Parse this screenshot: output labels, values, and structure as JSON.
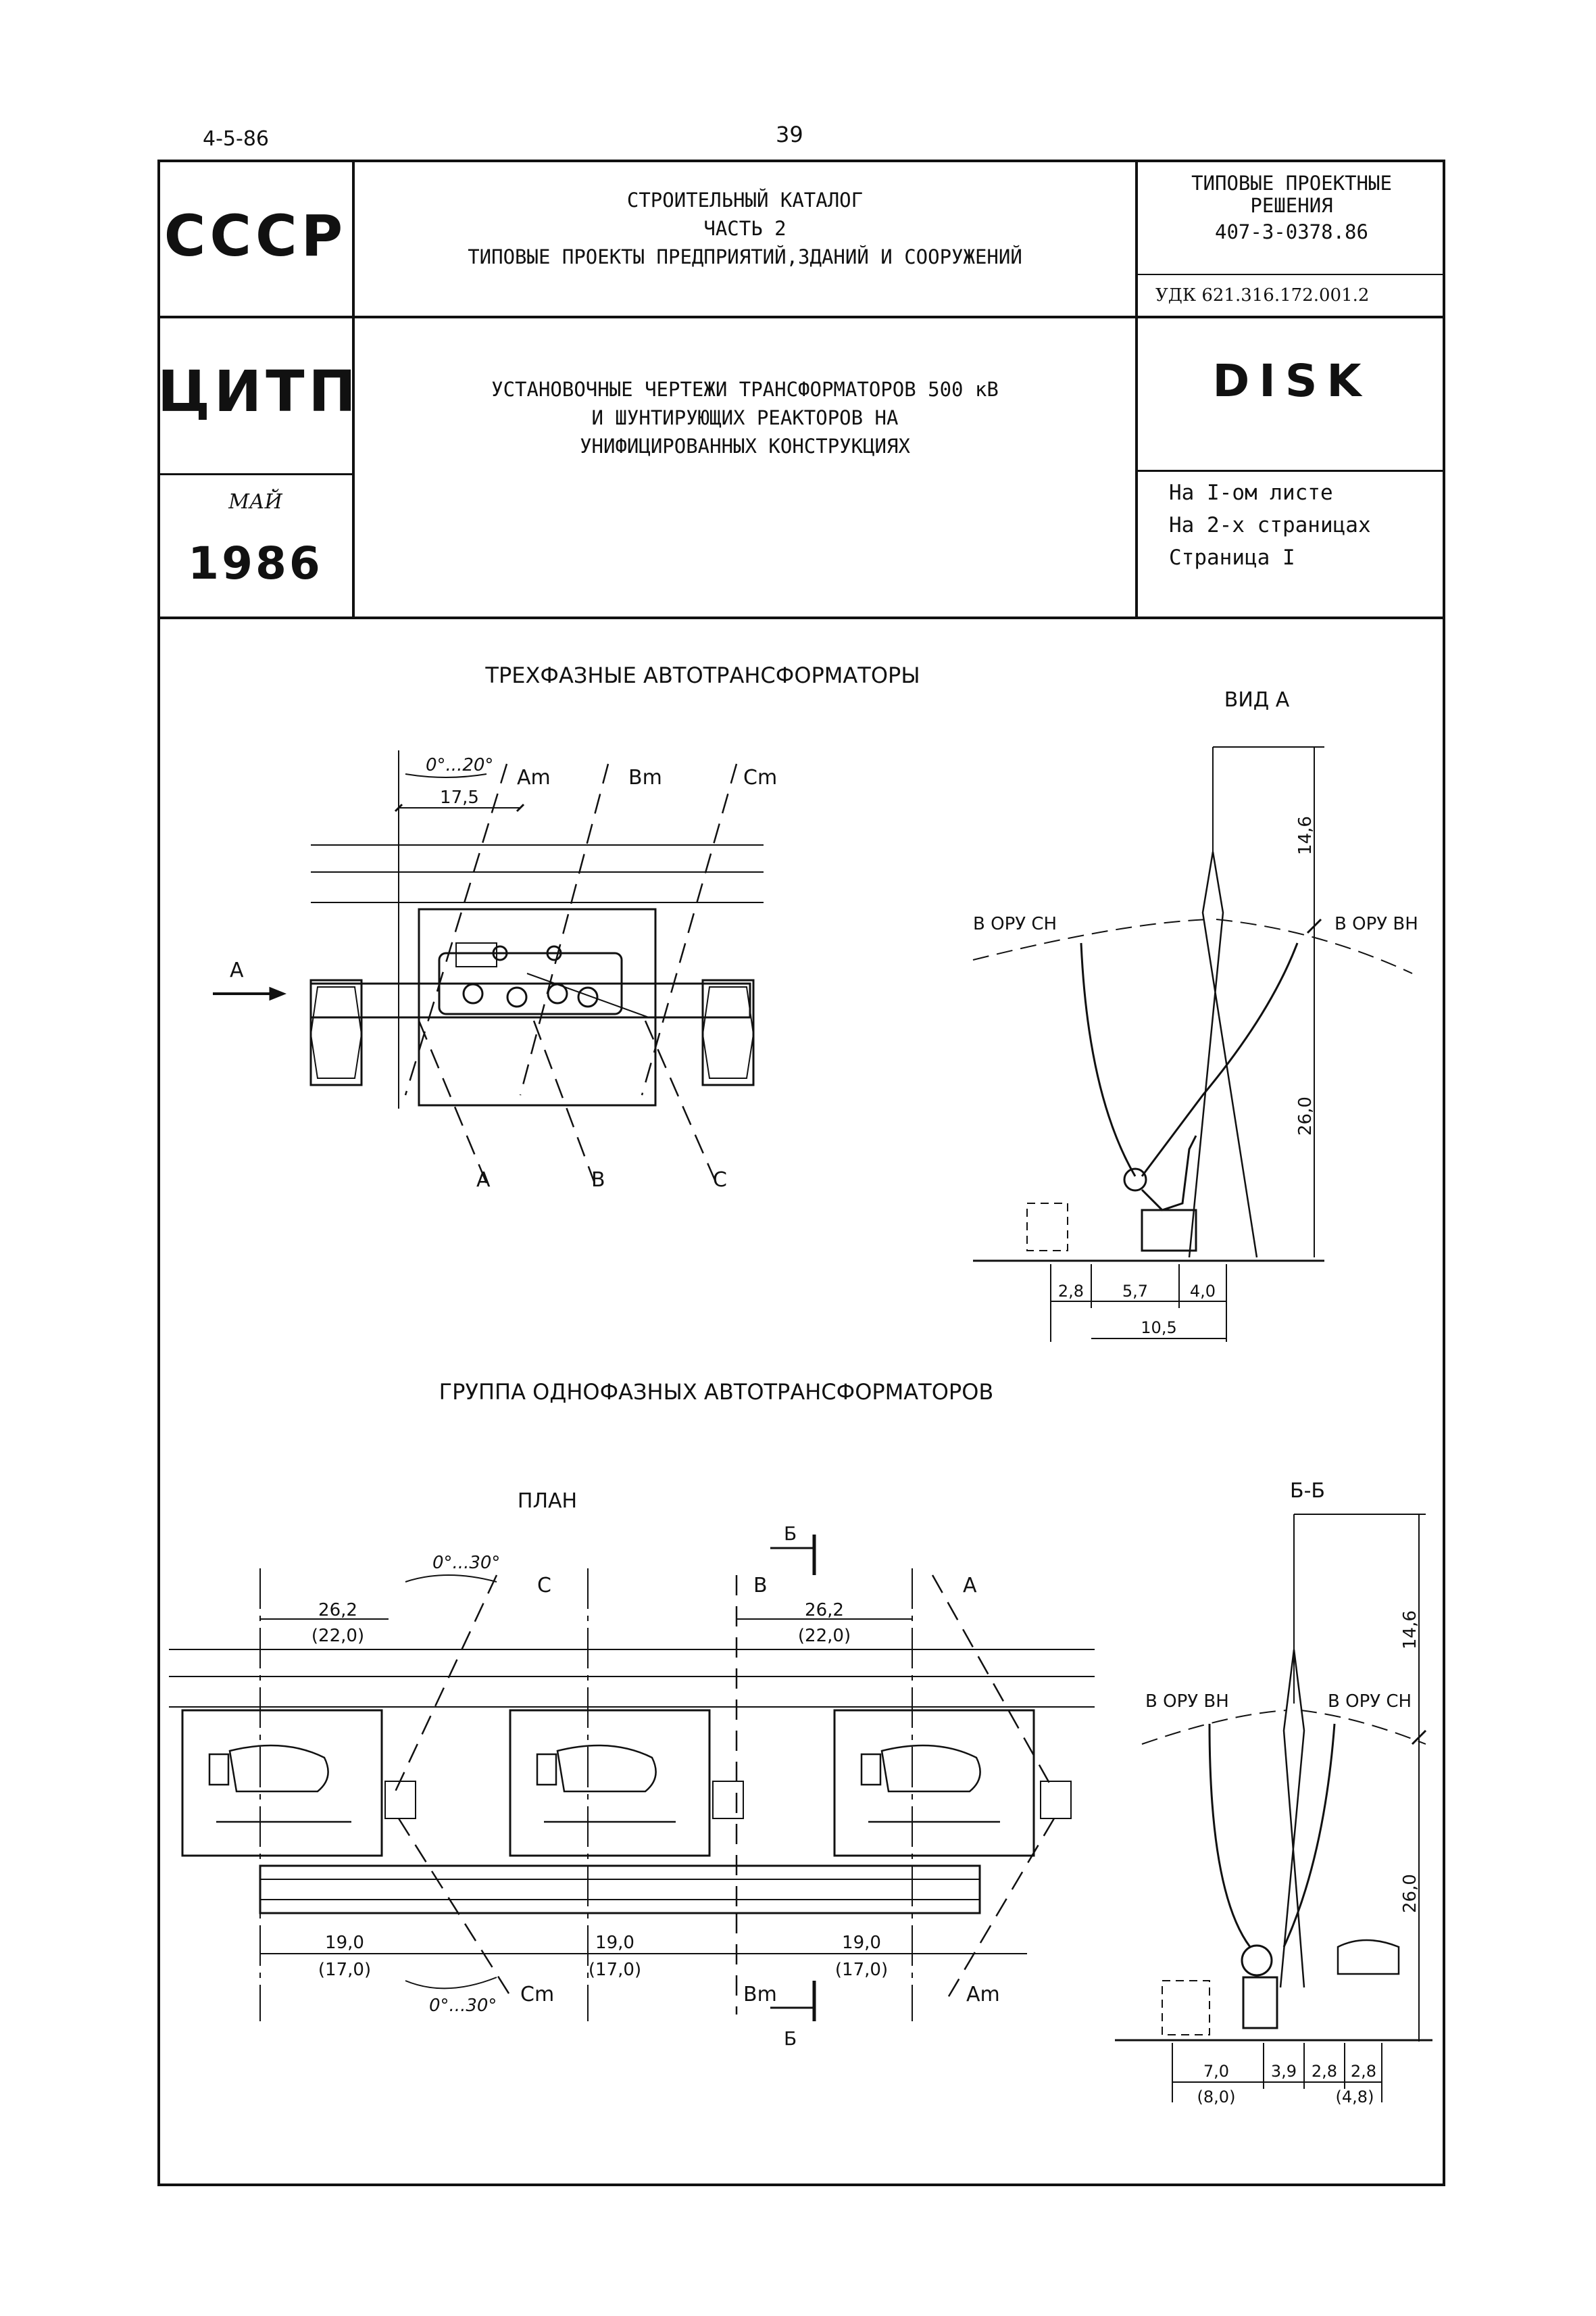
{
  "header": {
    "doc_date": "4-5-86",
    "page_number": "39"
  },
  "title_block": {
    "country": "СССР",
    "org": "ЦИТП",
    "month": "МАЙ",
    "year": "1986",
    "catalog_lines": [
      "СТРОИТЕЛЬНЫЙ КАТАЛОГ",
      "ЧАСТЬ 2",
      "ТИПОВЫЕ ПРОЕКТЫ ПРЕДПРИЯТИЙ,ЗДАНИЙ И СООРУЖЕНИЙ"
    ],
    "solutions_lines": [
      "ТИПОВЫЕ ПРОЕКТНЫЕ",
      "РЕШЕНИЯ",
      "407-3-0378.86"
    ],
    "udk": "УДК 621.316.172.001.2",
    "subject_lines": [
      "УСТАНОВОЧНЫЕ ЧЕРТЕЖИ ТРАНСФОРМАТОРОВ 500 кВ",
      "И ШУНТИРУЮЩИХ РЕАКТОРОВ НА",
      "УНИФИЦИРОВАННЫХ КОНСТРУКЦИЯХ"
    ],
    "disk": "DISK",
    "sheet_lines": [
      "На I-ом листе",
      "На 2-х страницах",
      "Страница I"
    ]
  },
  "drawing1": {
    "title": "ТРЕХФАЗНЫЕ АВТОТРАНСФОРМАТОРЫ",
    "view_label": "ВИД А",
    "angle_label": "0°...20°",
    "phase_top": [
      "Am",
      "Bm",
      "Cm"
    ],
    "phase_bottom": [
      "A",
      "B",
      "C"
    ],
    "dim_span": "17,5",
    "arrow_label": "A",
    "left_conn": "В ОРУ СН",
    "right_conn": "В ОРУ ВН",
    "height_top": "14,6",
    "height_main": "26,0",
    "dims_bottom": [
      "2,8",
      "5,7",
      "4,0"
    ],
    "dim_total": "10,5"
  },
  "drawing2": {
    "title": "ГРУППА ОДНОФАЗНЫХ АВТОТРАНСФОРМАТОРОВ",
    "plan_label": "ПЛАН",
    "section_label": "Б-Б",
    "section_mark": "Б",
    "angle_top": "0°...30°",
    "angle_bottom": "0°...30°",
    "phase_top": [
      "C",
      "B",
      "A"
    ],
    "phase_bottom": [
      "Cm",
      "Bm",
      "Am"
    ],
    "dim_top_left": "26,2",
    "dim_top_left_alt": "(22,0)",
    "dim_top_right": "26,2",
    "dim_top_right_alt": "(22,0)",
    "dims_bottom": [
      "19,0",
      "19,0",
      "19,0"
    ],
    "dims_bottom_alt": [
      "(17,0)",
      "(17,0)",
      "(17,0)"
    ],
    "left_conn": "В ОРУ ВН",
    "right_conn": "В ОРУ СН",
    "height_top": "14,6",
    "height_main": "26,0",
    "sec_dims": [
      "7,0",
      "3,9",
      "2,8",
      "2,8"
    ],
    "sec_dims_alt": [
      "(8,0)",
      "(4,8)"
    ]
  }
}
